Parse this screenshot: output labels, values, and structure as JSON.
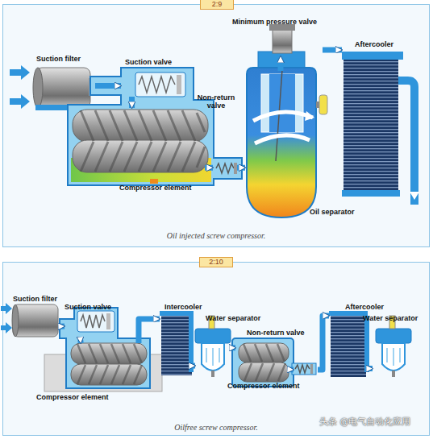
{
  "diagram": {
    "nodes": [
      {
        "text": [
          "2:9",
          "Oil injected screw compressor."
        ]
      },
      {
        "text": [
          "Suction filter"
        ],
        "in": 0
      },
      {
        "text": [
          "Suction valve"
        ],
        "in": 0
      },
      {
        "text": [
          "Compressor element"
        ],
        "in": 0
      },
      {
        "text": [
          "Non-return valve"
        ],
        "in": 0
      },
      {
        "text": [
          "Oil separator"
        ],
        "in": 0
      },
      {
        "text": [
          "Minimum pressure valve"
        ],
        "in": 0
      },
      {
        "text": [
          "Aftercooler"
        ],
        "in": 0
      },
      {
        "text": [
          "2:10",
          "Oilfree screw compressor."
        ]
      },
      {
        "text": [
          "Suction filter"
        ],
        "in": 8
      },
      {
        "text": [
          "Suction valve"
        ],
        "in": 8
      },
      {
        "text": [
          "Compressor element"
        ],
        "in": 8
      },
      {
        "text": [
          "Intercooler"
        ],
        "in": 8
      },
      {
        "text": [
          "Water separator"
        ],
        "in": 8
      },
      {
        "text": [
          "Compressor element"
        ],
        "in": 8
      },
      {
        "text": [
          "Non-return valve"
        ],
        "in": 8
      },
      {
        "text": [
          "Aftercooler"
        ],
        "in": 8
      },
      {
        "text": [
          "Water separator"
        ],
        "in": 8
      }
    ],
    "edges": [
      {
        "from": 1,
        "to": 2,
        "arrow": "to"
      },
      {
        "from": 2,
        "to": 3,
        "arrow": "to"
      },
      {
        "from": 3,
        "to": 4,
        "arrow": "to"
      },
      {
        "from": 4,
        "to": 5,
        "arrow": "to"
      },
      {
        "from": 5,
        "to": 6,
        "arrow": "to"
      },
      {
        "from": 6,
        "to": 7,
        "arrow": "to"
      },
      {
        "from": 9,
        "to": 10,
        "arrow": "to"
      },
      {
        "from": 10,
        "to": 11,
        "arrow": "to"
      },
      {
        "from": 11,
        "to": 12,
        "arrow": "to"
      },
      {
        "from": 12,
        "to": 13,
        "arrow": "to"
      },
      {
        "from": 13,
        "to": 14,
        "arrow": "to"
      },
      {
        "from": 14,
        "to": 15,
        "arrow": "to"
      },
      {
        "from": 15,
        "to": 16,
        "arrow": "to"
      },
      {
        "from": 16,
        "to": 17,
        "arrow": "to"
      }
    ],
    "labels": [
      "头条 @电气自动化应用"
    ]
  }
}
